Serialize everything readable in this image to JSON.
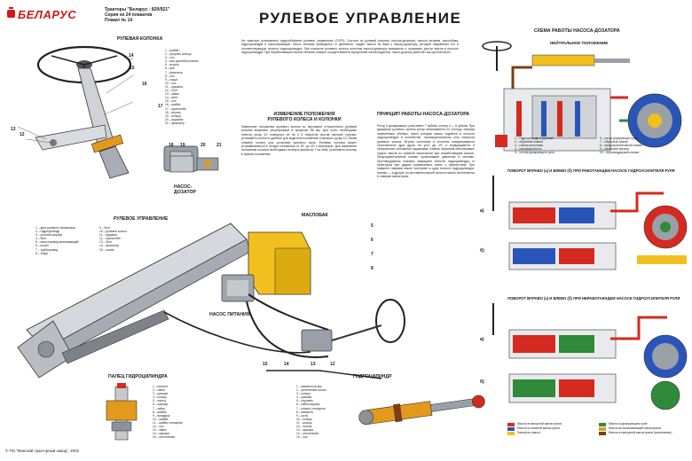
{
  "brand": {
    "name": "БЕЛАРУС",
    "reg": "®"
  },
  "header": {
    "line1": "Тракторы \"Беларус - 820/921\"",
    "line2": "Серия из 24 плакатов",
    "line3": "Плакат № 14"
  },
  "title": "РУЛЕВОЕ УПРАВЛЕНИЕ",
  "sections": {
    "column": "РУЛЕВАЯ КОЛОНКА",
    "steering": "РУЛЕВОЕ УПРАВЛЕНИЕ",
    "adjust": "ИЗМЕНЕНИЕ ПОЛОЖЕНИЯ\nРУЛЕВОГО КОЛЕСА И КОЛОНКИ",
    "principle": "ПРИНЦИП РАБОТЫ НАСОСА-ДОЗАТОРА",
    "pump_scheme": "СХЕМА РАБОТЫ НАСОСА-ДОЗАТОРА",
    "neutral": "НЕЙТРАЛЬНОЕ ПОЛОЖЕНИЕ",
    "right_turn": "ПОВОРОТ ВПРАВО (а) И ВЛЕВО (б) ПРИ РАБОТАЮЩЕМ НАСОСЕ ГИДРОУСИЛИТЕЛЯ РУЛЯ",
    "left_turn": "ПОВОРОТ ВПРАВО (а) И ВЛЕВО (б) ПРИ НЕРАБОТАЮЩЕМ НАСОСЕ ГИДРОУСИЛИТЕЛЯ РУЛЯ",
    "pin": "ПАЛЕЦ ГИДРОЦИЛИНДРА",
    "cylinder": "ГИДРОЦИЛИНДР",
    "tank": "МАСЛОБАК",
    "pump": "НАСОС ПИТАНИЯ",
    "doser": "НАСОС-\nДОЗАТОР"
  },
  "column_legend": "1 – шайба\n2 – упорное кольцо\n3 – ось\n4 – вал рулевой колонки\n5 – втулка\n6 – вал\n7 – фиксатор\n8 – ось\n9 – кожух\n10 – ось\n11 – пружина\n12 – болт\n13 – гайка\n14 – винт\n15 – ось\n16 – шайба\n17 – кронштейн\n18 – втулка\n19 – кольцо\n20 – пружина\n21 – фиксатор",
  "steering_legend": "1 – диск рулевого механизма\n2 – гидроцилиндр\n3 – угловой шарнир\n4 – болт\n5 – маслопровод всасывающий\n6 – шланг\n7 – трубопровод\n8 – хомут",
  "steering_legend2": "9 – болт\n10 – рулевое колесо\n11 – пружина\n12 – кронштейн\n13 – болт\n14 – фиксатор\n15 – шланг",
  "pin_legend": "1 – шплинт\n2 – гайка\n3 – крышка\n4 – кольцо\n5 – палец\n6 – шарнир\n7 – гайка\n8 – шайба\n9 – вкладыш\n10 – шайба\n11 – шайба стопорная\n12 – ось\n13 – гайка\n14 – крышка\n15 – уплотнение",
  "cyl_legend": "1 – манжета штока\n2 – уплотнение штока\n3 – кольцо\n4 – крышка\n5 – поршень\n6 – гайка поршня\n7 – кольцо стопорное\n8 – манжета\n9 – шток\n10 – кольцо\n11 – кольцо\n12 – гильза\n13 – крышка\n14 – уплотнение\n15 – ось",
  "adjust_text": "Изменение положения рулевого колеса по вертикали относительно рулевой колонки возможно регулировкой в пределах 88 мм. Для этого необходимо отвести ручку 13, повернуть её на 3...5 оборотов против часовой стрелки, установить колесо в удобное для водителя положение и затянуть ручку 13. Затем снимите колесо для установки рулевого вала. Рулевая колонка может устанавливаться в четыре положения от 25° до 40° к вертикали. Для изменения положения колонки необходимо потянуть фиксатор 7 на себя, установить колонку в нужное положение.",
  "intro_text": "На тракторе установлено гидрообъёмное рулевое управление (ГОРУ). Состоит из рулевой колонки, насоса-дозатора, насоса питания, маслобака, гидроцилиндра и маслопроводов. Насос питания приводится от двигателя, подаёт масло из бака к насосу-дозатору, который направляет его в соответствующую полость гидроцилиндра. При повороте рулевого колеса золотник насоса-дозатора смещается и открывает доступ масла в полость гидроцилиндра. При неработающем насосе питания поворот осуществляется мускульной силой водителя, насос-дозатор работает как ручной насос.",
  "principle_text": "Ротор 5 дозирующего узла имеет 7 зубьев, статор 4 — 6 зубьев. При вращении рулевого колеса ротор обкатывается по статору, образуя переменные объёмы, через которые масло подаётся в полость гидроцилиндра в количестве, пропорциональном углу поворота рулевого колеса. Втулка золотника и золотник поворачиваются относительно друг друга на угол до 10° и возвращаются в нейтральное положение пружинами. Клапан обратный обеспечивает подсос масла из сливной магистрали при неработающем насосе. Предохранительный клапан ограничивает давление в системе. Противоударные клапаны защищают полости гидроцилиндра от перегрузок при ударах управляемых колёс о препятствия. При повороте направо масло поступает в одну полость гидроцилиндра, налево — в другую; из противоположной полости масло вытесняется в сливную магистраль.",
  "scheme_legend_left": "1 – гидроцилиндр в рулевой\n2 – обратный клапан\n3 – гильза золотника\n4 – распределитель\n5 – статор дозирующего узла",
  "scheme_legend_right": "6 – ротор дозирующего узла\n7 – обратный клапан\n8 – предохранительный клапан\n9 – масляный фильтр\n10 – противоударный клапан",
  "color_key": [
    {
      "label": "Масло в напорной магистрали",
      "color": "#d42a1f"
    },
    {
      "label": "Масло в сливной магистрали",
      "color": "#2a55b8"
    },
    {
      "label": "Масло в дозирующем узле",
      "color": "#2f8a3a"
    },
    {
      "label": "Масло во всасывающей магистрали",
      "color": "#e39a1c"
    },
    {
      "label": "Запертое масло",
      "color": "#f2c01e"
    },
    {
      "label": "Масло в напорной магистрали (нагнетание)",
      "color": "#7a3f16"
    }
  ],
  "sub_a": "а)",
  "sub_b": "б)",
  "footer": "© ПО \"Минский тракторный завод\", 2003",
  "colors": {
    "brand": "#d01a1a",
    "pressure": "#d42a1f",
    "drain": "#2a55b8",
    "tank": "#f2c01e",
    "metal": "#9aa0a8"
  }
}
